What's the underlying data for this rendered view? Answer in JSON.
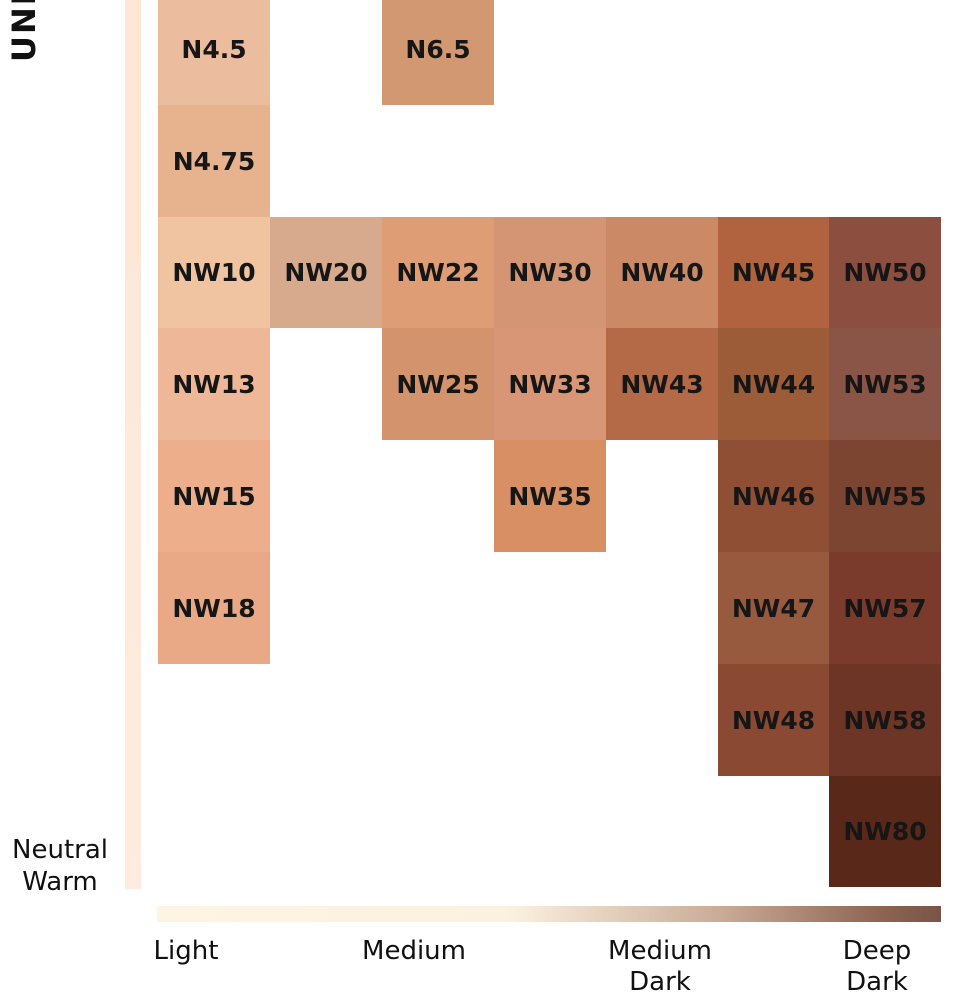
{
  "chart_data": {
    "type": "table",
    "y_axis_title": "UNDE",
    "undertone_label": [
      "Neutral",
      "Warm"
    ],
    "depth_labels": [
      {
        "lines": [
          "Light"
        ]
      },
      {
        "lines": [
          "Medium"
        ]
      },
      {
        "lines": [
          "Medium",
          "Dark"
        ]
      },
      {
        "lines": [
          "Deep",
          "Dark"
        ]
      }
    ],
    "columns": 7,
    "rows": 8,
    "swatches": [
      {
        "label": "N4.5",
        "col": 0,
        "row": 0,
        "color": "#ecbc9e"
      },
      {
        "label": "N6.5",
        "col": 2,
        "row": 0,
        "color": "#d29872"
      },
      {
        "label": "N4.75",
        "col": 0,
        "row": 1,
        "color": "#e7b38f"
      },
      {
        "label": "NW10",
        "col": 0,
        "row": 2,
        "color": "#f0c4a1"
      },
      {
        "label": "NW20",
        "col": 1,
        "row": 2,
        "color": "#d8aa8d"
      },
      {
        "label": "NW22",
        "col": 2,
        "row": 2,
        "color": "#df9d76"
      },
      {
        "label": "NW30",
        "col": 3,
        "row": 2,
        "color": "#d49574"
      },
      {
        "label": "NW40",
        "col": 4,
        "row": 2,
        "color": "#cc8966"
      },
      {
        "label": "NW45",
        "col": 5,
        "row": 2,
        "color": "#b1633f"
      },
      {
        "label": "NW50",
        "col": 6,
        "row": 2,
        "color": "#8c4e3e"
      },
      {
        "label": "NW13",
        "col": 0,
        "row": 3,
        "color": "#eeb797"
      },
      {
        "label": "NW25",
        "col": 2,
        "row": 3,
        "color": "#d3936d"
      },
      {
        "label": "NW33",
        "col": 3,
        "row": 3,
        "color": "#d99677"
      },
      {
        "label": "NW43",
        "col": 4,
        "row": 3,
        "color": "#b46a47"
      },
      {
        "label": "NW44",
        "col": 5,
        "row": 3,
        "color": "#9c5c38"
      },
      {
        "label": "NW53",
        "col": 6,
        "row": 3,
        "color": "#8a5546"
      },
      {
        "label": "NW15",
        "col": 0,
        "row": 4,
        "color": "#ecae8b"
      },
      {
        "label": "NW35",
        "col": 3,
        "row": 4,
        "color": "#d78f63"
      },
      {
        "label": "NW46",
        "col": 5,
        "row": 4,
        "color": "#8f4f34"
      },
      {
        "label": "NW55",
        "col": 6,
        "row": 4,
        "color": "#7c4531"
      },
      {
        "label": "NW18",
        "col": 0,
        "row": 5,
        "color": "#e9a986"
      },
      {
        "label": "NW47",
        "col": 5,
        "row": 5,
        "color": "#985a3e"
      },
      {
        "label": "NW57",
        "col": 6,
        "row": 5,
        "color": "#7a3b2d"
      },
      {
        "label": "NW48",
        "col": 5,
        "row": 6,
        "color": "#8a4932"
      },
      {
        "label": "NW58",
        "col": 6,
        "row": 6,
        "color": "#6c3526"
      },
      {
        "label": "NW80",
        "col": 6,
        "row": 7,
        "color": "#5a2818"
      }
    ]
  }
}
